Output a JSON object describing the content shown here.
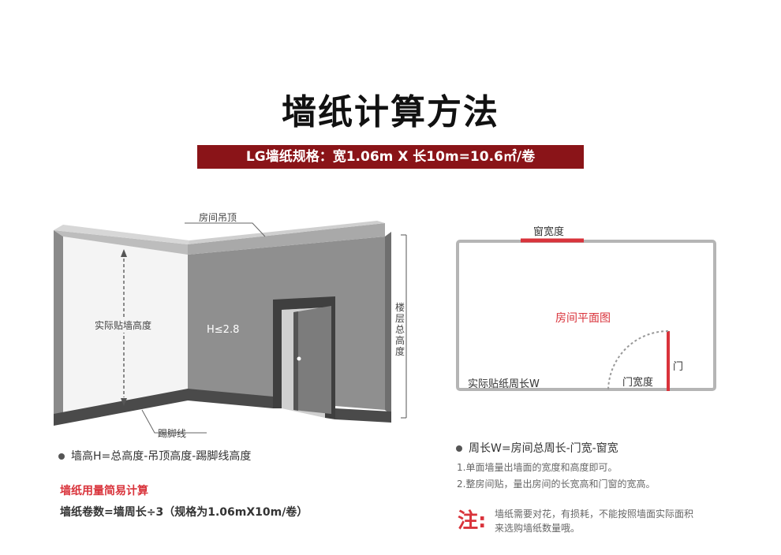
{
  "page": {
    "title": "墙纸计算方法",
    "spec_bar": "LG墙纸规格：宽1.06m X 长10m=10.6㎡/卷"
  },
  "room_3d": {
    "ceiling_label": "房间吊顶",
    "wall_height_label": "实际贴墙高度",
    "h_label": "H≤2.8",
    "total_height_label_chars": [
      "楼",
      "层",
      "总",
      "高",
      "度"
    ],
    "skirting_label": "踢脚线"
  },
  "floor_plan": {
    "window_label": "窗宽度",
    "title": "房间平面图",
    "door_label": "门",
    "door_width_label": "门宽度",
    "perimeter_label": "实际贴纸周长W"
  },
  "left_info": {
    "formula": "墙高H=总高度-吊顶高度-踢脚线高度",
    "calc_heading": "墙纸用量简易计算",
    "calc_formula": "墙纸卷数=墙周长÷3（规格为1.06mX10m/卷）"
  },
  "right_info": {
    "perimeter_formula": "周长W=房间总周长-门宽-窗宽",
    "notes": [
      "1.单面墙量出墙面的宽度和高度即可。",
      "2.整房间贴，量出房间的长宽高和门窗的宽高。"
    ],
    "warning_label": "注:",
    "warning_lines": [
      "墙纸需要对花，有损耗，不能按照墙面实际面积",
      "来选购墙纸数量哦。"
    ]
  },
  "colors": {
    "accent_red": "#d9333b",
    "bar_red": "#8a1418"
  }
}
